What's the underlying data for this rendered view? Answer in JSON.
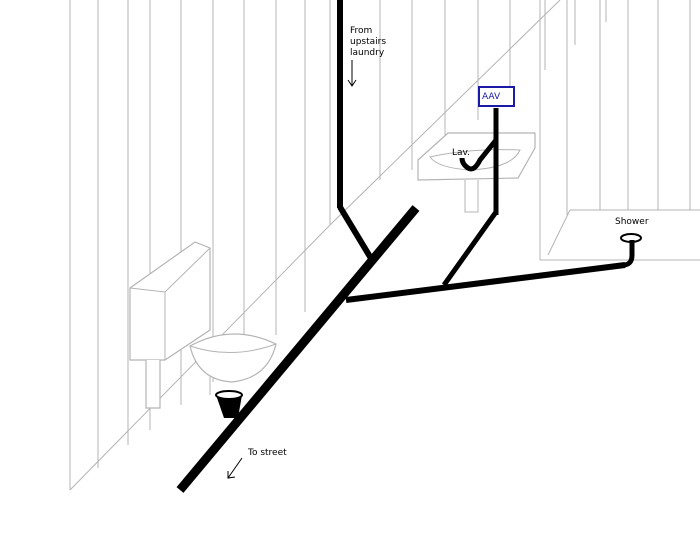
{
  "labels": {
    "from_upstairs_line1": "From",
    "from_upstairs_line2": "upstairs",
    "from_upstairs_line3": "laundry",
    "aav": "AAV",
    "lav": "Lav.",
    "shower": "Shower",
    "to_street": "To street"
  },
  "colors": {
    "background": "#ffffff",
    "pipe": "#000000",
    "fixture_outline": "#b4b4b4",
    "aav_box": "#1a1aa6"
  }
}
